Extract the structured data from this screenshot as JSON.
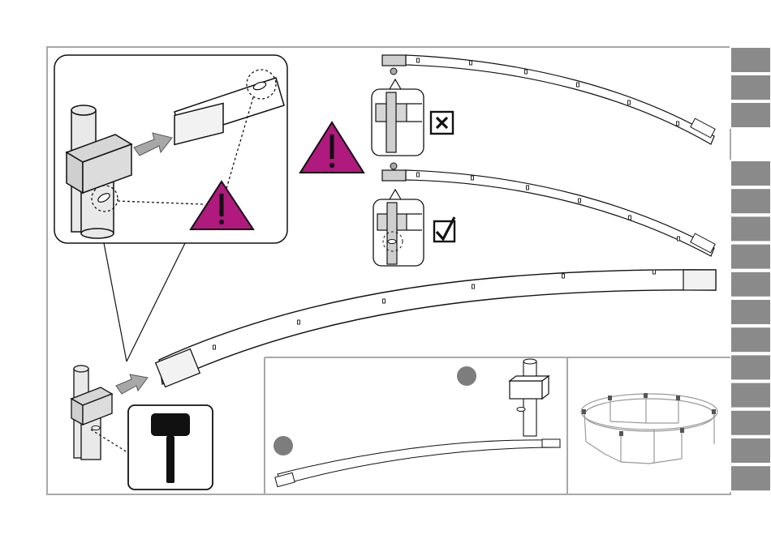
{
  "page": {
    "kind": "assembly-instruction-sheet"
  },
  "colors": {
    "frame": "#a8a8a8",
    "sidetab": "#8a8a8a",
    "warning_fill": "#b0197e",
    "line": "#111111",
    "tube_fill": "#e9e9e9",
    "step_dot": "#7d7d7d",
    "faded_line": "#9a9a9a"
  },
  "icons": {
    "warning": "warning-triangle-icon",
    "wrong": "cross-box-icon",
    "right": "check-box-icon",
    "tool": "rubber-mallet-icon"
  },
  "side_tabs": {
    "top_group_count": 3,
    "bottom_group_count": 12
  }
}
